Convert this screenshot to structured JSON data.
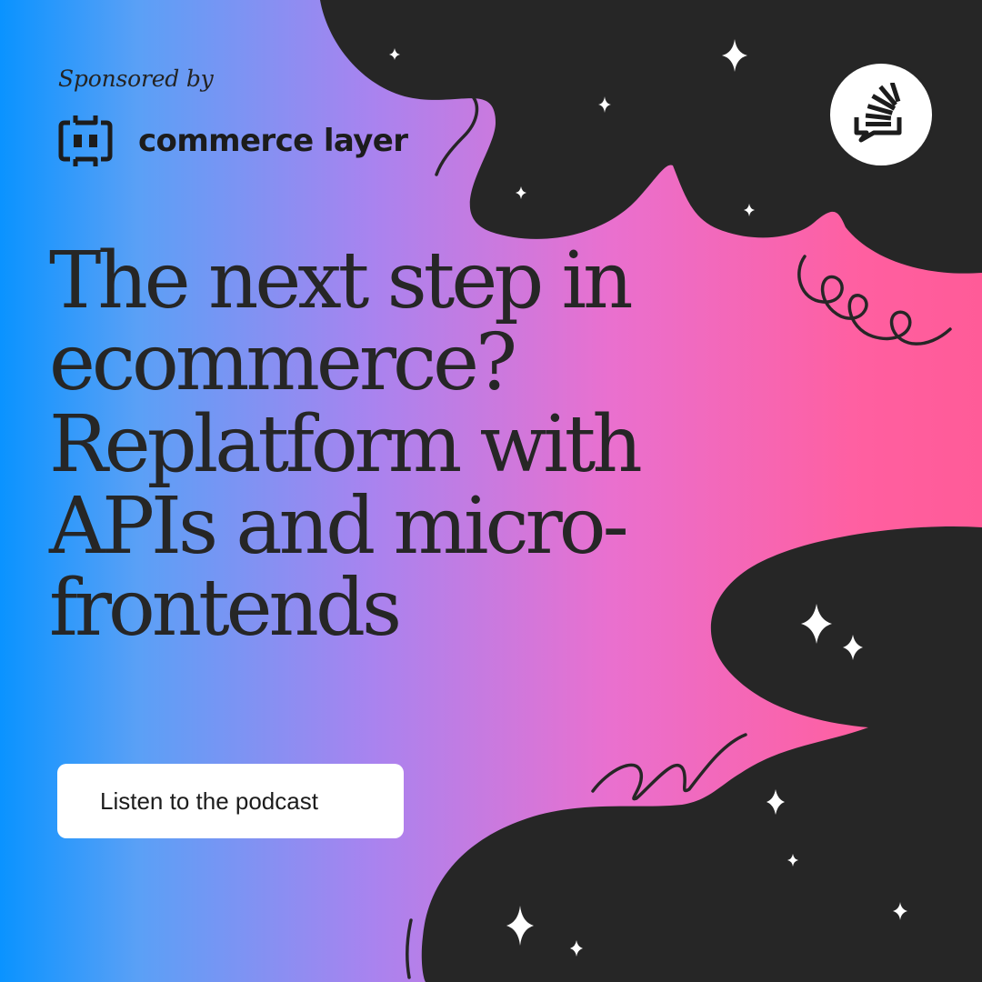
{
  "sponsor": {
    "intro": "Sponsored by",
    "name": "commerce layer",
    "logo_icon": "commerce-layer-logo-icon"
  },
  "headline": {
    "lines": [
      "The next step in",
      "ecommerce?",
      "Replatform with",
      "APIs and micro-",
      "frontends"
    ]
  },
  "cta": {
    "label": "Listen to the podcast"
  },
  "brand": {
    "icon": "stack-overflow-icon"
  },
  "colors": {
    "gradient_left": "#0a93ff",
    "gradient_mid": "#a983ef",
    "gradient_right": "#ff5b98",
    "blob": "#262626",
    "text": "#262626",
    "button_bg": "#ffffff"
  }
}
